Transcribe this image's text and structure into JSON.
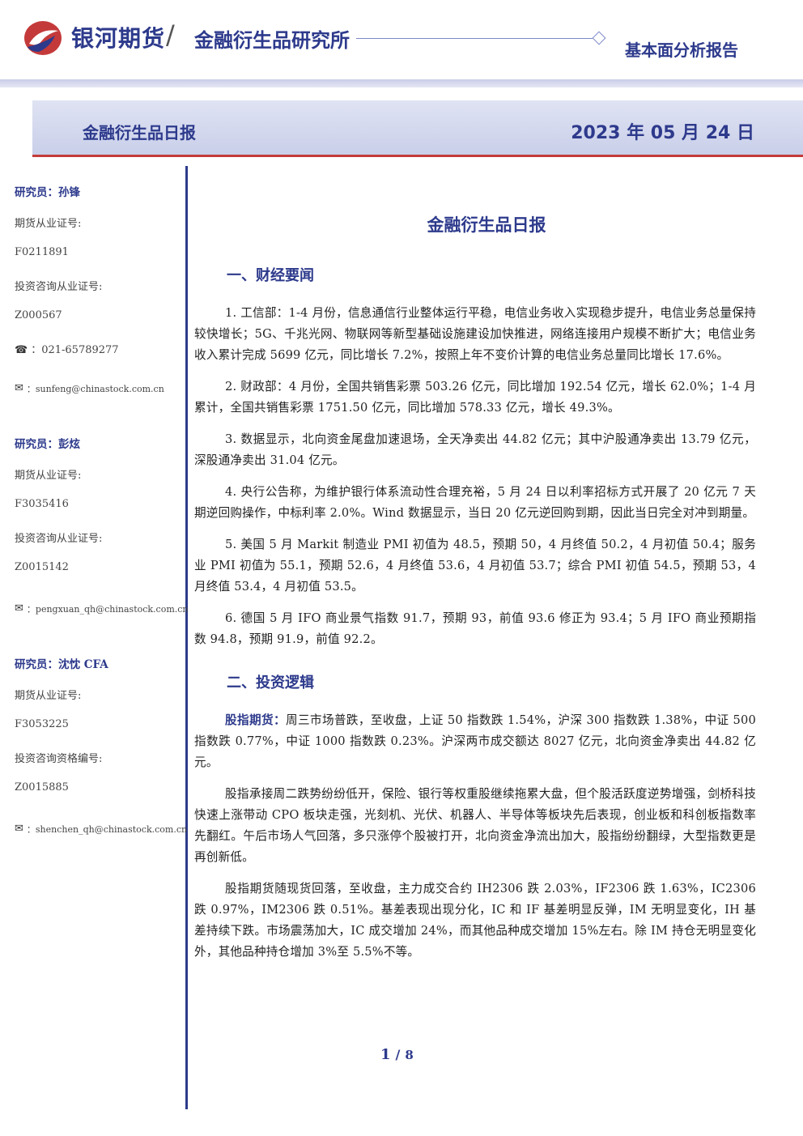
{
  "header": {
    "brand": "银河期货",
    "institute": "金融衍生品研究所",
    "report_type": "基本面分析报告",
    "colors": {
      "primary": "#2d3a8c",
      "accent": "#c43a3a"
    }
  },
  "banner": {
    "title": "金融衍生品日报",
    "date": "2023 年 05 月 24 日"
  },
  "analysts": [
    {
      "name": "研究员：孙锋",
      "cert_label": "期货从业证号:",
      "cert": "F0211891",
      "advisor_label": "投资咨询从业证号:",
      "advisor": "Z000567",
      "phone": "：021-65789277",
      "email": "：sunfeng@chinastock.com.cn"
    },
    {
      "name": "研究员：彭炫",
      "cert_label": "期货从业证号:",
      "cert": "F3035416",
      "advisor_label": "投资咨询从业证号:",
      "advisor": "Z0015142",
      "email": "：pengxuan_qh@chinastock.com.cn"
    },
    {
      "name": "研究员：沈忱  CFA",
      "cert_label": "期货从业证号:",
      "cert": "F3053225",
      "advisor_label": "投资咨询资格编号:",
      "advisor": "Z0015885",
      "email": "：shenchen_qh@chinastock.com.cn"
    }
  ],
  "main": {
    "title": "金融衍生品日报",
    "section1": "一、财经要闻",
    "news": [
      "1. 工信部：1-4 月份，信息通信行业整体运行平稳，电信业务收入实现稳步提升，电信业务总量保持较快增长；5G、千兆光网、物联网等新型基础设施建设加快推进，网络连接用户规模不断扩大；电信业务收入累计完成 5699 亿元，同比增长 7.2%，按照上年不变价计算的电信业务总量同比增长 17.6%。",
      "2. 财政部：4 月份，全国共销售彩票 503.26 亿元，同比增加 192.54 亿元，增长 62.0%；1-4 月累计，全国共销售彩票 1751.50 亿元，同比增加 578.33 亿元，增长 49.3%。",
      "3. 数据显示，北向资金尾盘加速退场，全天净卖出 44.82 亿元；其中沪股通净卖出 13.79 亿元，深股通净卖出 31.04 亿元。",
      "4. 央行公告称，为维护银行体系流动性合理充裕，5 月 24 日以利率招标方式开展了 20 亿元 7 天期逆回购操作，中标利率 2.0%。Wind 数据显示，当日 20 亿元逆回购到期，因此当日完全对冲到期量。",
      "5. 美国 5 月 Markit 制造业 PMI 初值为 48.5，预期 50，4 月终值 50.2，4 月初值 50.4；服务业 PMI 初值为 55.1，预期 52.6，4 月终值 53.6，4 月初值 53.7；综合 PMI 初值 54.5，预期 53，4 月终值 53.4，4 月初值 53.5。",
      "6. 德国 5 月 IFO 商业景气指数 91.7，预期 93，前值 93.6 修正为 93.4；5 月 IFO 商业预期指数 94.8，预期 91.9，前值 92.2。"
    ],
    "section2": "二、投资逻辑",
    "logic_lead": "股指期货：",
    "logic_p1": "周三市场普跌，至收盘，上证 50 指数跌 1.54%，沪深 300 指数跌 1.38%，中证 500 指数跌 0.77%，中证 1000 指数跌 0.23%。沪深两市成交额达 8027 亿元，北向资金净卖出 44.82 亿元。",
    "logic_p2": "股指承接周二跌势纷纷低开，保险、银行等权重股继续拖累大盘，但个股活跃度逆势增强，剑桥科技快速上涨带动 CPO 板块走强，光刻机、光伏、机器人、半导体等板块先后表现，创业板和科创板指数率先翻红。午后市场人气回落，多只涨停个股被打开，北向资金净流出加大，股指纷纷翻绿，大型指数更是再创新低。",
    "logic_p3": "股指期货随现货回落，至收盘，主力成交合约 IH2306 跌 2.03%，IF2306 跌 1.63%，IC2306 跌 0.97%，IM2306 跌 0.51%。基差表现出现分化，IC 和 IF 基差明显反弹，IM 无明显变化，IH 基差持续下跌。市场震荡加大，IC 成交增加 24%，而其他品种成交增加 15%左右。除 IM 持仓无明显变化外，其他品种持仓增加 3%至 5.5%不等。"
  },
  "footer": {
    "page": "1",
    "sep": "/",
    "total": "8"
  }
}
